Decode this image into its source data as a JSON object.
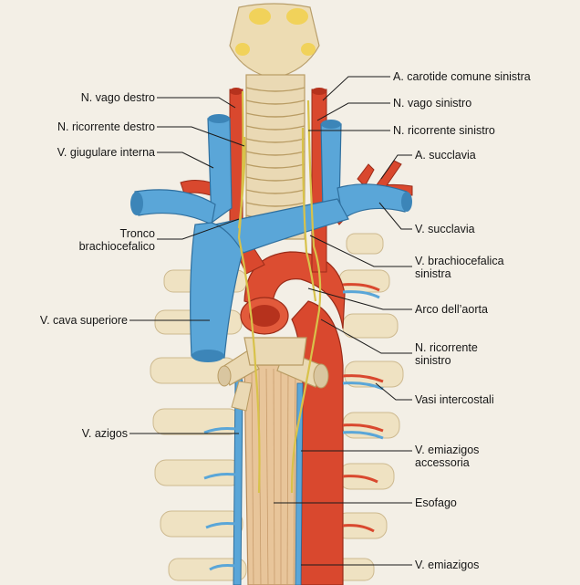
{
  "labels": {
    "carotid_left": "A. carotide comune sinistra",
    "vagus_right": "N. vago destro",
    "vagus_left": "N. vago sinistro",
    "recurrent_right": "N. ricorrente destro",
    "recurrent_left_upper": "N. ricorrente sinistro",
    "jugular_internal": "V. giugulare interna",
    "subclavian_artery": "A. succlavia",
    "brachiocephalic_trunk_1": "Tronco",
    "brachiocephalic_trunk_2": "brachiocefalico",
    "subclavian_vein": "V. succlavia",
    "brachiocephalic_vein_1": "V. brachiocefalica",
    "brachiocephalic_vein_2": "sinistra",
    "aortic_arch": "Arco dell’aorta",
    "vena_cava": "V. cava superiore",
    "recurrent_left_lower_1": "N. ricorrente",
    "recurrent_left_lower_2": "sinistro",
    "intercostal": "Vasi intercostali",
    "azygos": "V. azigos",
    "hemiazygos_acc_1": "V. emiazigos",
    "hemiazygos_acc_2": "accessoria",
    "esophagus": "Esofago",
    "hemiazygos": "V. emiazigos"
  },
  "colors": {
    "vein": "#5aa6d8",
    "artery": "#d9482e",
    "nerve": "#d8c24a",
    "bone": "#eee0bd",
    "esophagus": "#e9c79a",
    "trachea": "#ead9b4",
    "leader": "#1a1a1a"
  }
}
